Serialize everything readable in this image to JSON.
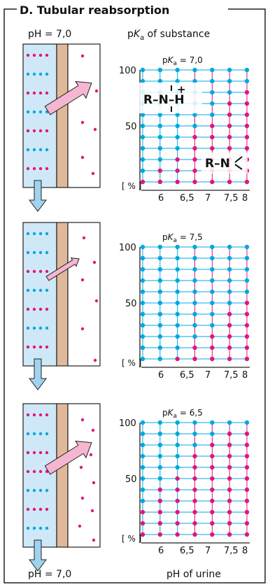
{
  "header": {
    "title": "D. Tubular reabsorption",
    "col_left_label": "pH = 7,0",
    "col_right_label_prefix": "p",
    "col_right_label_italic": "K",
    "col_right_label_sub": "a",
    "col_right_label_suffix": " of substance"
  },
  "footer": {
    "left_label": "pH = 7,0",
    "right_label": "pH of urine"
  },
  "colors": {
    "frame": "#222222",
    "tubule_fill": "#cfe8f7",
    "membrane_fill": "#e0b99a",
    "arrow_blue": "#9fd3ee",
    "arrow_pink": "#f4b6d0",
    "ionized_dot": "#e0177c",
    "nonionized_dot": "#00a8e0",
    "grid_line_blue": "#00a8e0",
    "grid_line_pink": "#e0177c"
  },
  "panels": [
    {
      "pka_prefix": "p",
      "pka_italic": "K",
      "pka_sub": "a",
      "pka_value": " = 7,0",
      "arrow_size": "large",
      "y_ticks": [
        "100",
        "50",
        "[ % ]"
      ],
      "x_ticks": [
        "6",
        "6,5",
        "7",
        "7,5",
        "8"
      ],
      "formula_protonated": "R–N–H",
      "formula_protonated_plus": "+",
      "formula_base": "R–N",
      "pink_threshold_rows": [
        1,
        2,
        3,
        5,
        6,
        8,
        9,
        10,
        10
      ]
    },
    {
      "pka_prefix": "p",
      "pka_italic": "K",
      "pka_sub": "a",
      "pka_value": " = 7,5",
      "arrow_size": "small",
      "y_ticks": [
        "100",
        "50",
        "[ % ]"
      ],
      "x_ticks": [
        "6",
        "6,5",
        "7",
        "7,5",
        "8"
      ],
      "pink_threshold_rows": [
        0,
        0,
        1,
        2,
        3,
        5,
        6,
        8,
        9
      ]
    },
    {
      "pka_prefix": "p",
      "pka_italic": "K",
      "pka_sub": "a",
      "pka_value": " = 6,5",
      "arrow_size": "large",
      "y_ticks": [
        "100",
        "50",
        "[ % ]"
      ],
      "x_ticks": [
        "6",
        "6,5",
        "7",
        "7,5",
        "8"
      ],
      "pink_threshold_rows": [
        3,
        5,
        6,
        8,
        9,
        10,
        10,
        10,
        10
      ]
    }
  ]
}
